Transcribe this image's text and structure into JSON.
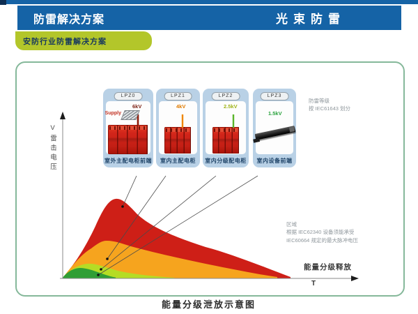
{
  "header": {
    "title": "防雷解决方案",
    "brand": "光束防雷",
    "tagline": "安防行业防雷解决方案",
    "colors": {
      "bar_blue": "#1563a6",
      "accent_lime": "#b3c62a"
    }
  },
  "diagram": {
    "supply_label": "Supply",
    "zones": [
      {
        "id": "LPZ0",
        "device": "室外主配电柜前端",
        "voltage": "6kV"
      },
      {
        "id": "LPZ1",
        "device": "室内主配电柜",
        "voltage": "4kV"
      },
      {
        "id": "LPZ2",
        "device": "室内分级配电柜",
        "voltage": "2.5kV"
      },
      {
        "id": "LPZ3",
        "device": "室内设备前端",
        "voltage": "1.5kV"
      }
    ],
    "grade_note_line1": "防雷等级",
    "grade_note_line2": "按 IEC61643 划分",
    "zone_note_line1": "区域",
    "zone_note_line2": "根据 IEC62340 设备须能承受",
    "zone_note_line3": "IEC60664 规定的最大脉冲电压",
    "energy_release_label": "能量分级释放",
    "y_axis_label": "V雷击电压",
    "x_axis_label": "T"
  },
  "chart_data": {
    "type": "area",
    "title": "能量分级泄放示意图",
    "xlabel": "T",
    "ylabel": "V (雷击电压)",
    "annotation": "能量分级释放",
    "axes_numeric": false,
    "legend_position": "none",
    "series": [
      {
        "name": "LPZ0 室外主配电柜前端",
        "color": "#ce1f17",
        "clamp_voltage_kV": 6,
        "peak_relative": 1.0
      },
      {
        "name": "LPZ1 室内主配电柜",
        "color": "#f6a41e",
        "clamp_voltage_kV": 4,
        "peak_relative": 0.48
      },
      {
        "name": "LPZ2 室内分级配电柜",
        "color": "#b5dc25",
        "clamp_voltage_kV": 2.5,
        "peak_relative": 0.2
      },
      {
        "name": "LPZ3 室内设备前端",
        "color": "#2f9e35",
        "clamp_voltage_kV": 1.5,
        "peak_relative": 0.13
      }
    ]
  },
  "caption": "能量分级泄放示意图"
}
